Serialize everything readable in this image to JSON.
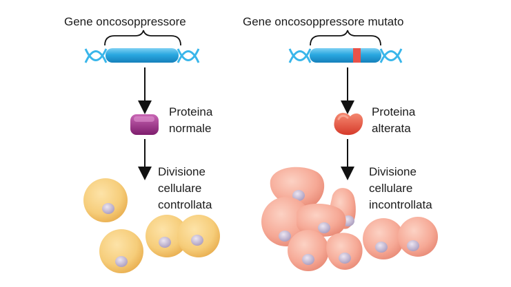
{
  "left_panel": {
    "gene_label": "Gene oncosoppressore",
    "protein_label_line1": "Proteina",
    "protein_label_line2": "normale",
    "division_label_line1": "Divisione",
    "division_label_line2": "cellulare",
    "division_label_line3": "controllata"
  },
  "right_panel": {
    "gene_label": "Gene oncosoppressore mutato",
    "protein_label_line1": "Proteina",
    "protein_label_line2": "alterata",
    "division_label_line1": "Divisione",
    "division_label_line2": "cellulare",
    "division_label_line3": "incontrollata"
  },
  "colors": {
    "dna_body": "#2aa8e0",
    "dna_strand": "#39b6ea",
    "mutation": "#e8524a",
    "normal_protein": "#9c2e8a",
    "altered_protein": "#e8533d",
    "normal_cell": "#f6cd7a",
    "cancer_cell": "#f6a996",
    "nucleus": "#c9bdd6"
  },
  "icons": {
    "gene": "dna-segment-icon",
    "normal_protein": "rounded-square-protein-icon",
    "altered_protein": "deformed-protein-icon",
    "normal_cells": "normal-cell-icon",
    "cancer_cells": "cancer-cell-icon"
  }
}
